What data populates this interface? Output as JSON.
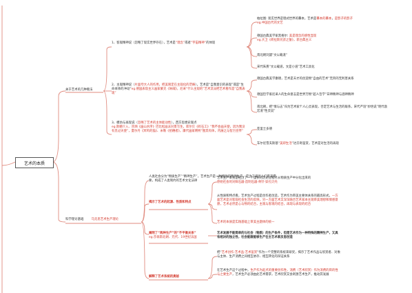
{
  "root": {
    "label": "艺术的本质"
  },
  "branch1": {
    "label": "关于艺术的几种看法",
    "sub1": {
      "text_a": "1、客观精神说（忽略了现实世界存在），艺术是",
      "text_b": "“理念”",
      "text_c": "或者",
      "text_d": "“宇宙精神”",
      "text_e": "的体现",
      "leaves": [
        {
          "a": "柏拉图: 现实世界是理式世界的摹本，艺术是",
          "b": "摹本的摹本",
          "c": "，",
          "d": "是影子的影子",
          "e": "eg.中国古代的文艺"
        },
        {
          "a": "德国古典美学家黑格尔: ",
          "b": "美是理念的感性显现",
          "c": "eg.大卫《荷拉斯兄弟之誓》，新古典主义"
        },
        {
          "a": "南北朝刘勰“文以载道”"
        },
        {
          "a": "宋代朱熹“文以载道，文是小道”艺术工具化"
        }
      ]
    },
    "sub2": {
      "text_a": "2、主观精神说（",
      "text_b": "片面夸大人的作用，把美限定在主观化的范畴",
      "text_c": "），艺术是“自我意识的表现”或是“生命本体的冲动”",
      "text_d": "eg.德国表现主义画家蒙克《呐喊》，尼采“什么主观的”艺术流派把艺术看作是“自我表现”",
      "leaves": [
        {
          "a": "德国古典美学康德，艺术是天才的创造物“自由的艺术”无目的无利害关系"
        },
        {
          "a": "德国哲学家尼采人的生命意志是世界万物“超人哲学”日神精神与酒神精神"
        },
        {
          "a": "南北朝，把“情与志”归为艺术家个人心灵表现，否定艺术与生活的联系，宋代严羽“妙悟说”明代袁宏道“性灵说”"
        }
      ]
    },
    "sub3": {
      "text_a": "3、模仿与再现说（",
      "text_b": "忽略了艺术的主体能动性",
      "text_c": "），西方思想史观点",
      "text_d": "eg.斯娜介入、宗炳《画山水序》巴比松画派对景写生，库尔贝《碎石工》“我不会画天使，因为我没有见过天使”，夏尔丹《冥鸣的猫》、米勒《拾穗者》，康代画家韩熙“图其有体，内展之与智力宣传”",
      "leaves": [
        {
          "a": "亚里士多德"
        },
        {
          "a": "车尔尼雪夫斯基“",
          "b": "美即生活",
          "c": "”达芬奇鉴赏，艺术是对生活的再现"
        }
      ]
    }
  },
  "branch2": {
    "label": "科学理论基础",
    "label_red": "马克思艺术生产理论",
    "intro": "人类社会分为“物质生产”“精神生产”，艺术生产是一种特殊的精神生产，是为了满足人们审美需要，构成了人类制约的艺术文化法律",
    "g1": {
      "label": "揭示了艺术的起源、性质和特点",
      "leaves": [
        {
          "a": "艺术生产本身是经历了一个漫长的历史过程才从物质生产中分化出来的",
          "b": "原始社会的对鲜石器·造制石器·骨针·穿孔贝壳"
        },
        {
          "a": "从性质和特点看，艺术生产过程是创作者创造，艺术作为审美主要体关系的最高形式，",
          "b": "一方面艺术是对客观社会生活的反映，另一方面艺术又深深融合艺术家本主观审美理想和情感意愿，艺术必然是心与物的结合，主观与客观的结合，再现与表现的结合"
        },
        {
          "b": "艺术的本质是实践基础上审美主题体的统一"
        }
      ]
    },
    "g2": {
      "label": "阐明了“两种生产”的“不平衡关系”",
      "label2": "eg.莎翁南北朝、元代、19世纪法国",
      "leaf": "艺术发展不能简单的与社会（物质）的生产条件，但是艺术作为一种特殊的精神生产，又具有相对的独立性，社会能跟能够生产在主艺术家反思创造"
    },
    "g3": {
      "label": "解释了艺术系统的奥秘",
      "leaves": [
        {
          "a": "把“",
          "b": "艺术创作-艺术品-艺术鉴赏",
          "c": "”作为一个完整的系统来研究，揭示了艺术作品与欣赏者、对象与主体、生产消费之间相互依存、相互转化的辩证关系"
        },
        {
          "a": "在艺术生产这个过程中，",
          "b": "生产作为起点的重要创作性，消费（艺术欣赏）作为消费的目的性与之要生产",
          "c": "，艺术生产必须由此艺术需求，艺术欣赏又会刺激艺术生产，推动其发展"
        }
      ]
    }
  },
  "colors": {
    "line": "#e08a7e",
    "accent": "#d43b2f",
    "highlight": "#fff4a3"
  }
}
